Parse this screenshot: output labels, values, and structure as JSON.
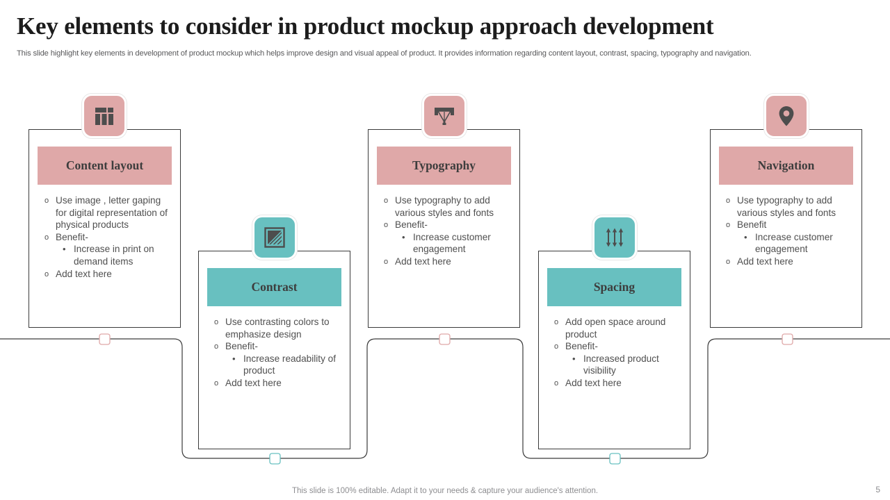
{
  "header": {
    "title": "Key elements to consider in product mockup approach development",
    "subtitle": "This slide highlight key elements in development of product mockup which helps improve design and visual appeal of product. It provides information regarding content layout, contrast, spacing, typography and navigation."
  },
  "colors": {
    "pink": "#dfa8a8",
    "teal": "#68c0c0",
    "icon_glyph": "#4d4d4d",
    "card_border": "#3a3a3a",
    "text": "#4f4f4f",
    "title": "#1c1c1c"
  },
  "cards": [
    {
      "id": "content-layout",
      "title": "Content layout",
      "theme": "pink",
      "icon": "layout-grid-icon",
      "bullets": [
        {
          "level": 1,
          "text": "Use image , letter gaping for digital representation of physical products"
        },
        {
          "level": 1,
          "text": "Benefit-"
        },
        {
          "level": 2,
          "text": "Increase in print on demand items"
        },
        {
          "level": 1,
          "text": "Add text here"
        }
      ]
    },
    {
      "id": "contrast",
      "title": "Contrast",
      "theme": "teal",
      "icon": "contrast-square-icon",
      "bullets": [
        {
          "level": 1,
          "text": "Use contrasting colors to emphasize design"
        },
        {
          "level": 1,
          "text": "Benefit-"
        },
        {
          "level": 2,
          "text": "Increase readability of product"
        },
        {
          "level": 1,
          "text": "Add text here"
        }
      ]
    },
    {
      "id": "typography",
      "title": "Typography",
      "theme": "pink",
      "icon": "pen-nib-icon",
      "bullets": [
        {
          "level": 1,
          "text": "Use typography to add various styles and fonts"
        },
        {
          "level": 1,
          "text": "Benefit-"
        },
        {
          "level": 2,
          "text": "Increase customer engagement"
        },
        {
          "level": 1,
          "text": "Add text here"
        }
      ]
    },
    {
      "id": "spacing",
      "title": "Spacing",
      "theme": "teal",
      "icon": "vertical-arrows-icon",
      "bullets": [
        {
          "level": 1,
          "text": "Add open space around product"
        },
        {
          "level": 1,
          "text": "Benefit-"
        },
        {
          "level": 2,
          "text": "Increased product visibility"
        },
        {
          "level": 1,
          "text": "Add text here"
        }
      ]
    },
    {
      "id": "navigation",
      "title": "Navigation",
      "theme": "pink",
      "icon": "map-pin-icon",
      "bullets": [
        {
          "level": 1,
          "text": "Use typography to add various styles and fonts"
        },
        {
          "level": 1,
          "text": "Benefit"
        },
        {
          "level": 2,
          "text": "Increase customer engagement"
        },
        {
          "level": 1,
          "text": "Add text here"
        }
      ]
    }
  ],
  "footer": {
    "note": "This slide is 100% editable. Adapt it to your needs & capture your audience's attention.",
    "page_number": "5"
  }
}
